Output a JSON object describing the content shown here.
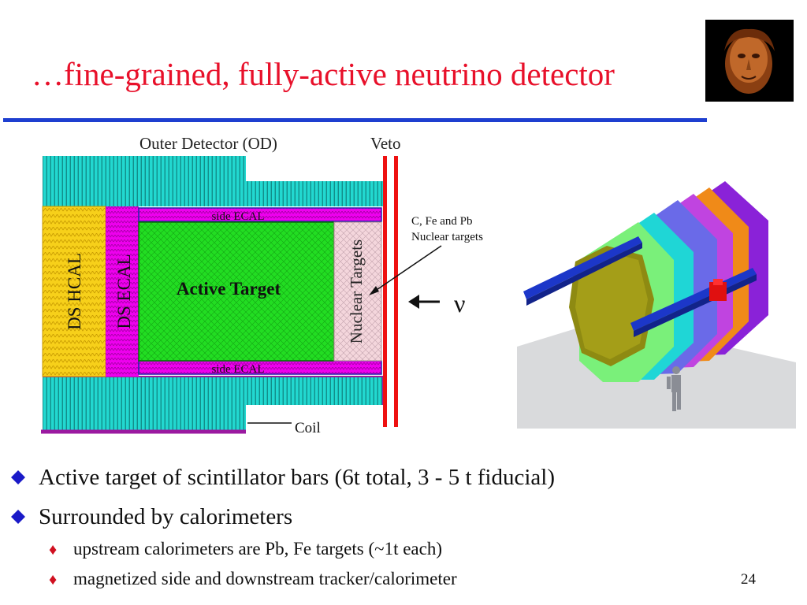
{
  "slide": {
    "title": "…fine-grained, fully-active neutrino detector",
    "page_number": "24"
  },
  "diagram": {
    "outer_detector_label": "Outer Detector (OD)",
    "veto_label": "Veto",
    "side_ecal_top": "side ECAL",
    "side_ecal_bottom": "side ECAL",
    "ds_hcal": "DS HCAL",
    "ds_ecal": "DS ECAL",
    "active_target": "Active Target",
    "nuclear_targets": "Nuclear Targets",
    "targets_note_line1": "C, Fe and Pb",
    "targets_note_line2": "Nuclear targets",
    "coil": "Coil",
    "neutrino_symbol": "ν"
  },
  "bullets": [
    {
      "text": "Active target of scintillator bars (6t total, 3 - 5 t fiducial)",
      "icon": "diamond-blue-icon",
      "subitems": []
    },
    {
      "text": "Surrounded by calorimeters",
      "icon": "diamond-blue-icon",
      "subitems": [
        {
          "text": "upstream calorimeters are Pb, Fe targets (~1t each)",
          "icon": "diamond-red-icon"
        },
        {
          "text": "magnetized side and downstream tracker/calorimeter",
          "icon": "diamond-red-icon"
        }
      ]
    }
  ],
  "colors": {
    "title": "#e8102a",
    "rule": "#1e3fd0",
    "outer_detector": "#22d8d0",
    "ds_hcal": "#f7d01a",
    "ecal": "#ee00ee",
    "active_target": "#22dd22",
    "nuclear_targets": "#f4d6dc",
    "veto": "#ee1111"
  }
}
